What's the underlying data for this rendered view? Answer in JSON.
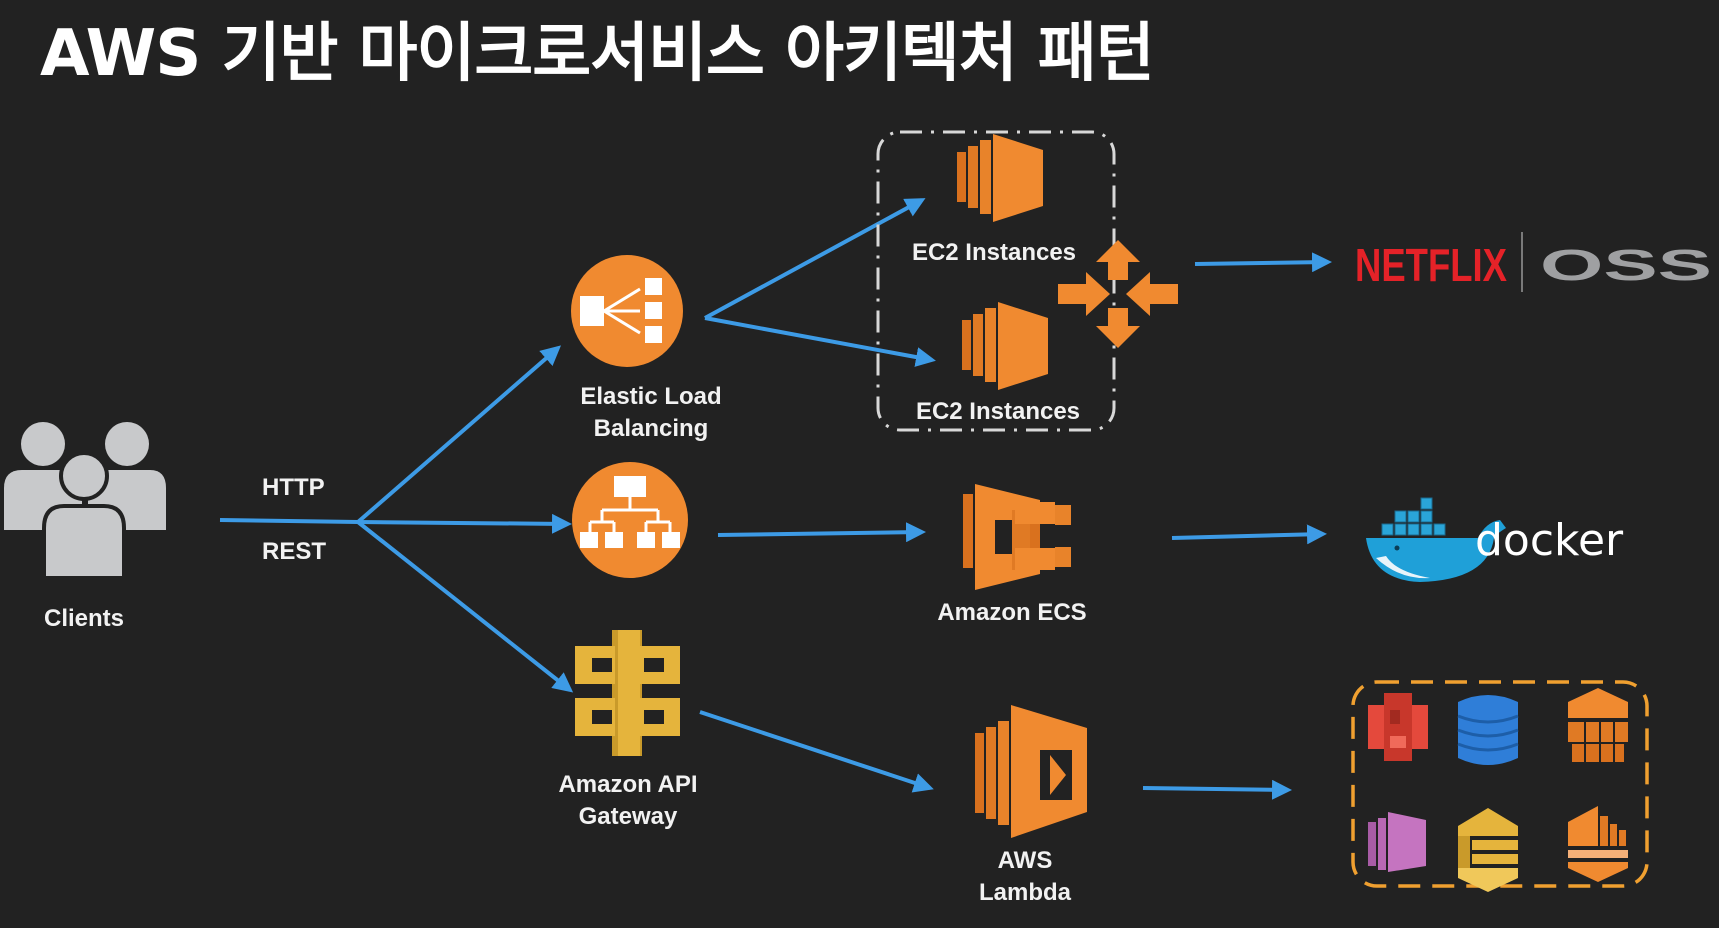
{
  "title": "AWS 기반 마이크로서비스 아키텍처 패턴",
  "colors": {
    "background": "#222222",
    "arrow": "#3d9be6",
    "aws_orange": "#f08a30",
    "gateway_gold": "#e5b43c",
    "netflix_red": "#e52228",
    "oss_gray": "#9fa0a2",
    "docker_blue": "#1fa0d8",
    "dashed_gray": "#d8d8d8",
    "dashed_orange": "#f0a030"
  },
  "protocol_labels": {
    "top": "HTTP",
    "bottom": "REST"
  },
  "nodes": {
    "clients": {
      "label": "Clients",
      "icon": "users-icon"
    },
    "elb": {
      "label_line1": "Elastic Load",
      "label_line2": "Balancing",
      "icon": "load-balancer-icon"
    },
    "alb": {
      "icon": "application-load-balancer-icon"
    },
    "api_gateway": {
      "label_line1": "Amazon API",
      "label_line2": "Gateway",
      "icon": "api-gateway-icon"
    },
    "ec2_top": {
      "label": "EC2 Instances",
      "icon": "ec2-icon"
    },
    "ec2_bottom": {
      "label": "EC2 Instances",
      "icon": "ec2-icon"
    },
    "auto_scaling": {
      "icon": "auto-scaling-icon"
    },
    "ecs": {
      "label": "Amazon ECS",
      "icon": "ecs-icon"
    },
    "lambda": {
      "label_line1": "AWS",
      "label_line2": "Lambda",
      "icon": "lambda-icon"
    }
  },
  "targets": {
    "netflix": {
      "brand": "NETFLIX",
      "suffix": "OSS"
    },
    "docker": {
      "brand": "docker"
    },
    "aws_services": [
      {
        "name": "S3",
        "icon": "s3-icon"
      },
      {
        "name": "DynamoDB",
        "icon": "dynamodb-icon"
      },
      {
        "name": "ElastiCache",
        "icon": "elasticache-icon"
      },
      {
        "name": "Kinesis",
        "icon": "kinesis-icon"
      },
      {
        "name": "SQS",
        "icon": "sqs-icon"
      },
      {
        "name": "Redshift",
        "icon": "redshift-icon"
      }
    ]
  }
}
